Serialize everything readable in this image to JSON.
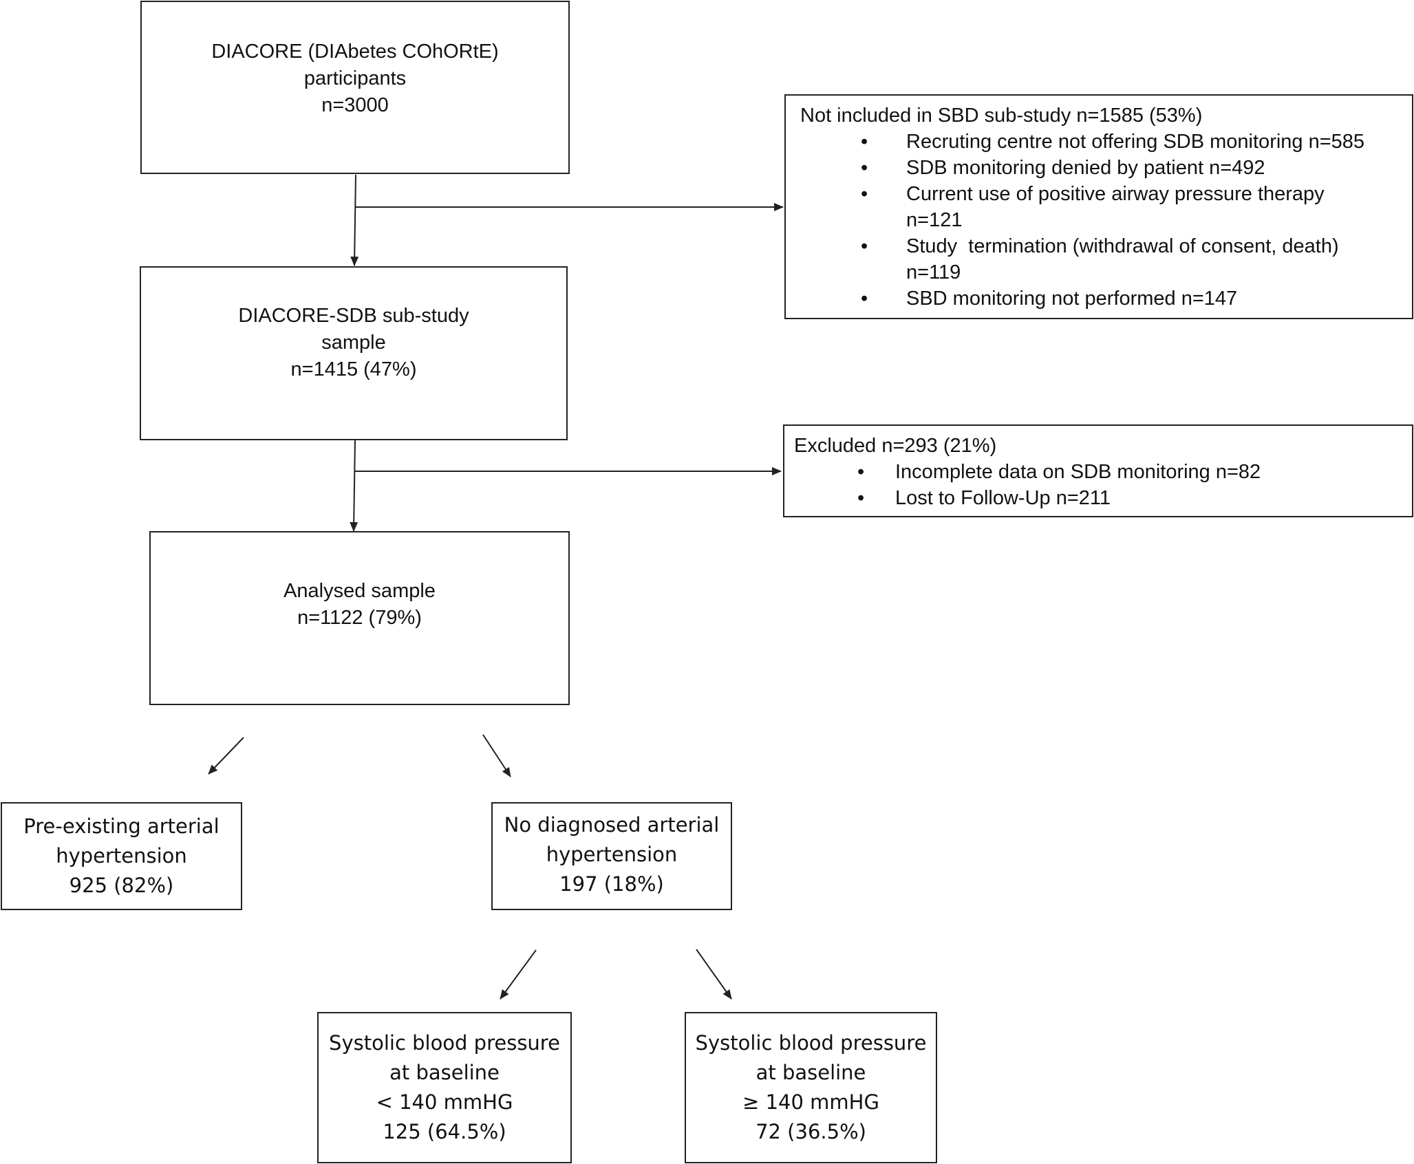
{
  "nodes": {
    "diacore": {
      "lines": [
        "DIACORE (DIAbetes COhORtE)",
        "participants",
        "n=3000"
      ]
    },
    "not_included": {
      "title": "Not included in SBD sub-study n=1585 (53%)",
      "items": [
        {
          "lines": [
            "Recruting centre not offering SDB monitoring n=585"
          ]
        },
        {
          "lines": [
            "SDB monitoring denied by patient n=492"
          ]
        },
        {
          "lines": [
            "Current use of positive airway pressure therapy",
            "n=121"
          ]
        },
        {
          "lines": [
            "Study  termination (withdrawal of consent, death)",
            "n=119"
          ]
        },
        {
          "lines": [
            "SBD monitoring not performed n=147"
          ]
        }
      ]
    },
    "substudy": {
      "lines": [
        "DIACORE-SDB sub-study",
        "sample",
        "n=1415 (47%)"
      ]
    },
    "excluded": {
      "title": "Excluded n=293 (21%)",
      "items": [
        {
          "lines": [
            "Incomplete data on SDB monitoring n=82"
          ]
        },
        {
          "lines": [
            "Lost to Follow-Up n=211"
          ]
        }
      ]
    },
    "analysed": {
      "lines": [
        "Analysed sample",
        "n=1122 (79%)"
      ]
    },
    "preexisting": {
      "lines": [
        "Pre-existing arterial",
        "hypertension",
        "925 (82%)"
      ]
    },
    "no_diagnosed": {
      "lines": [
        "No diagnosed arterial",
        "hypertension",
        "197 (18%)"
      ]
    },
    "sbp_low": {
      "lines": [
        "Systolic blood pressure",
        "at baseline",
        "< 140 mmHG",
        "125 (64.5%)"
      ]
    },
    "sbp_high": {
      "lines": [
        "Systolic blood pressure",
        "at baseline",
        "≥ 140 mmHG",
        "72 (36.5%)"
      ]
    }
  },
  "bullet_char": "•"
}
